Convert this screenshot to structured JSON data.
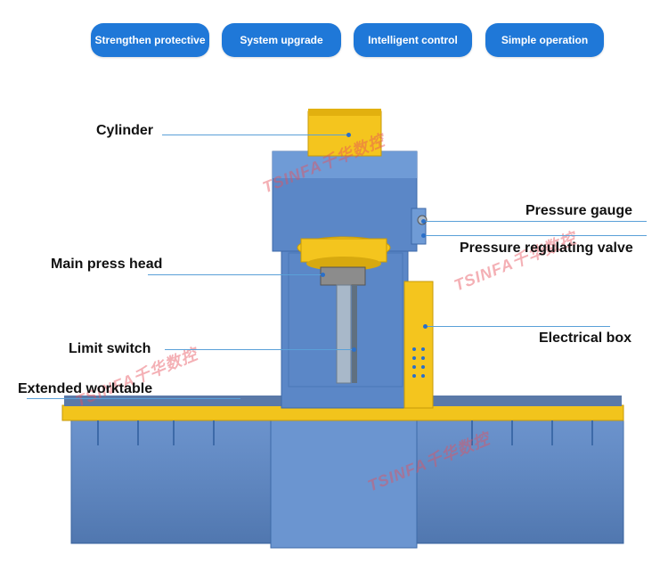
{
  "features": [
    {
      "label": "Strengthen protective"
    },
    {
      "label": "System upgrade"
    },
    {
      "label": "Intelligent control"
    },
    {
      "label": "Simple operation"
    }
  ],
  "callouts": {
    "cylinder": "Cylinder",
    "pressure_gauge": "Pressure gauge",
    "pressure_regulating_valve": "Pressure regulating valve",
    "main_press_head": "Main press head",
    "electrical_box": "Electrical box",
    "limit_switch": "Limit switch",
    "extended_worktable": "Extended worktable"
  },
  "watermark": {
    "brand": "TSINFA",
    "chinese": "千华数控"
  },
  "colors": {
    "pill_blue": "#1f78d8",
    "machine_blue": "#5b87c7",
    "machine_yellow": "#f4c51e",
    "leader_line": "#5aa0d8"
  }
}
